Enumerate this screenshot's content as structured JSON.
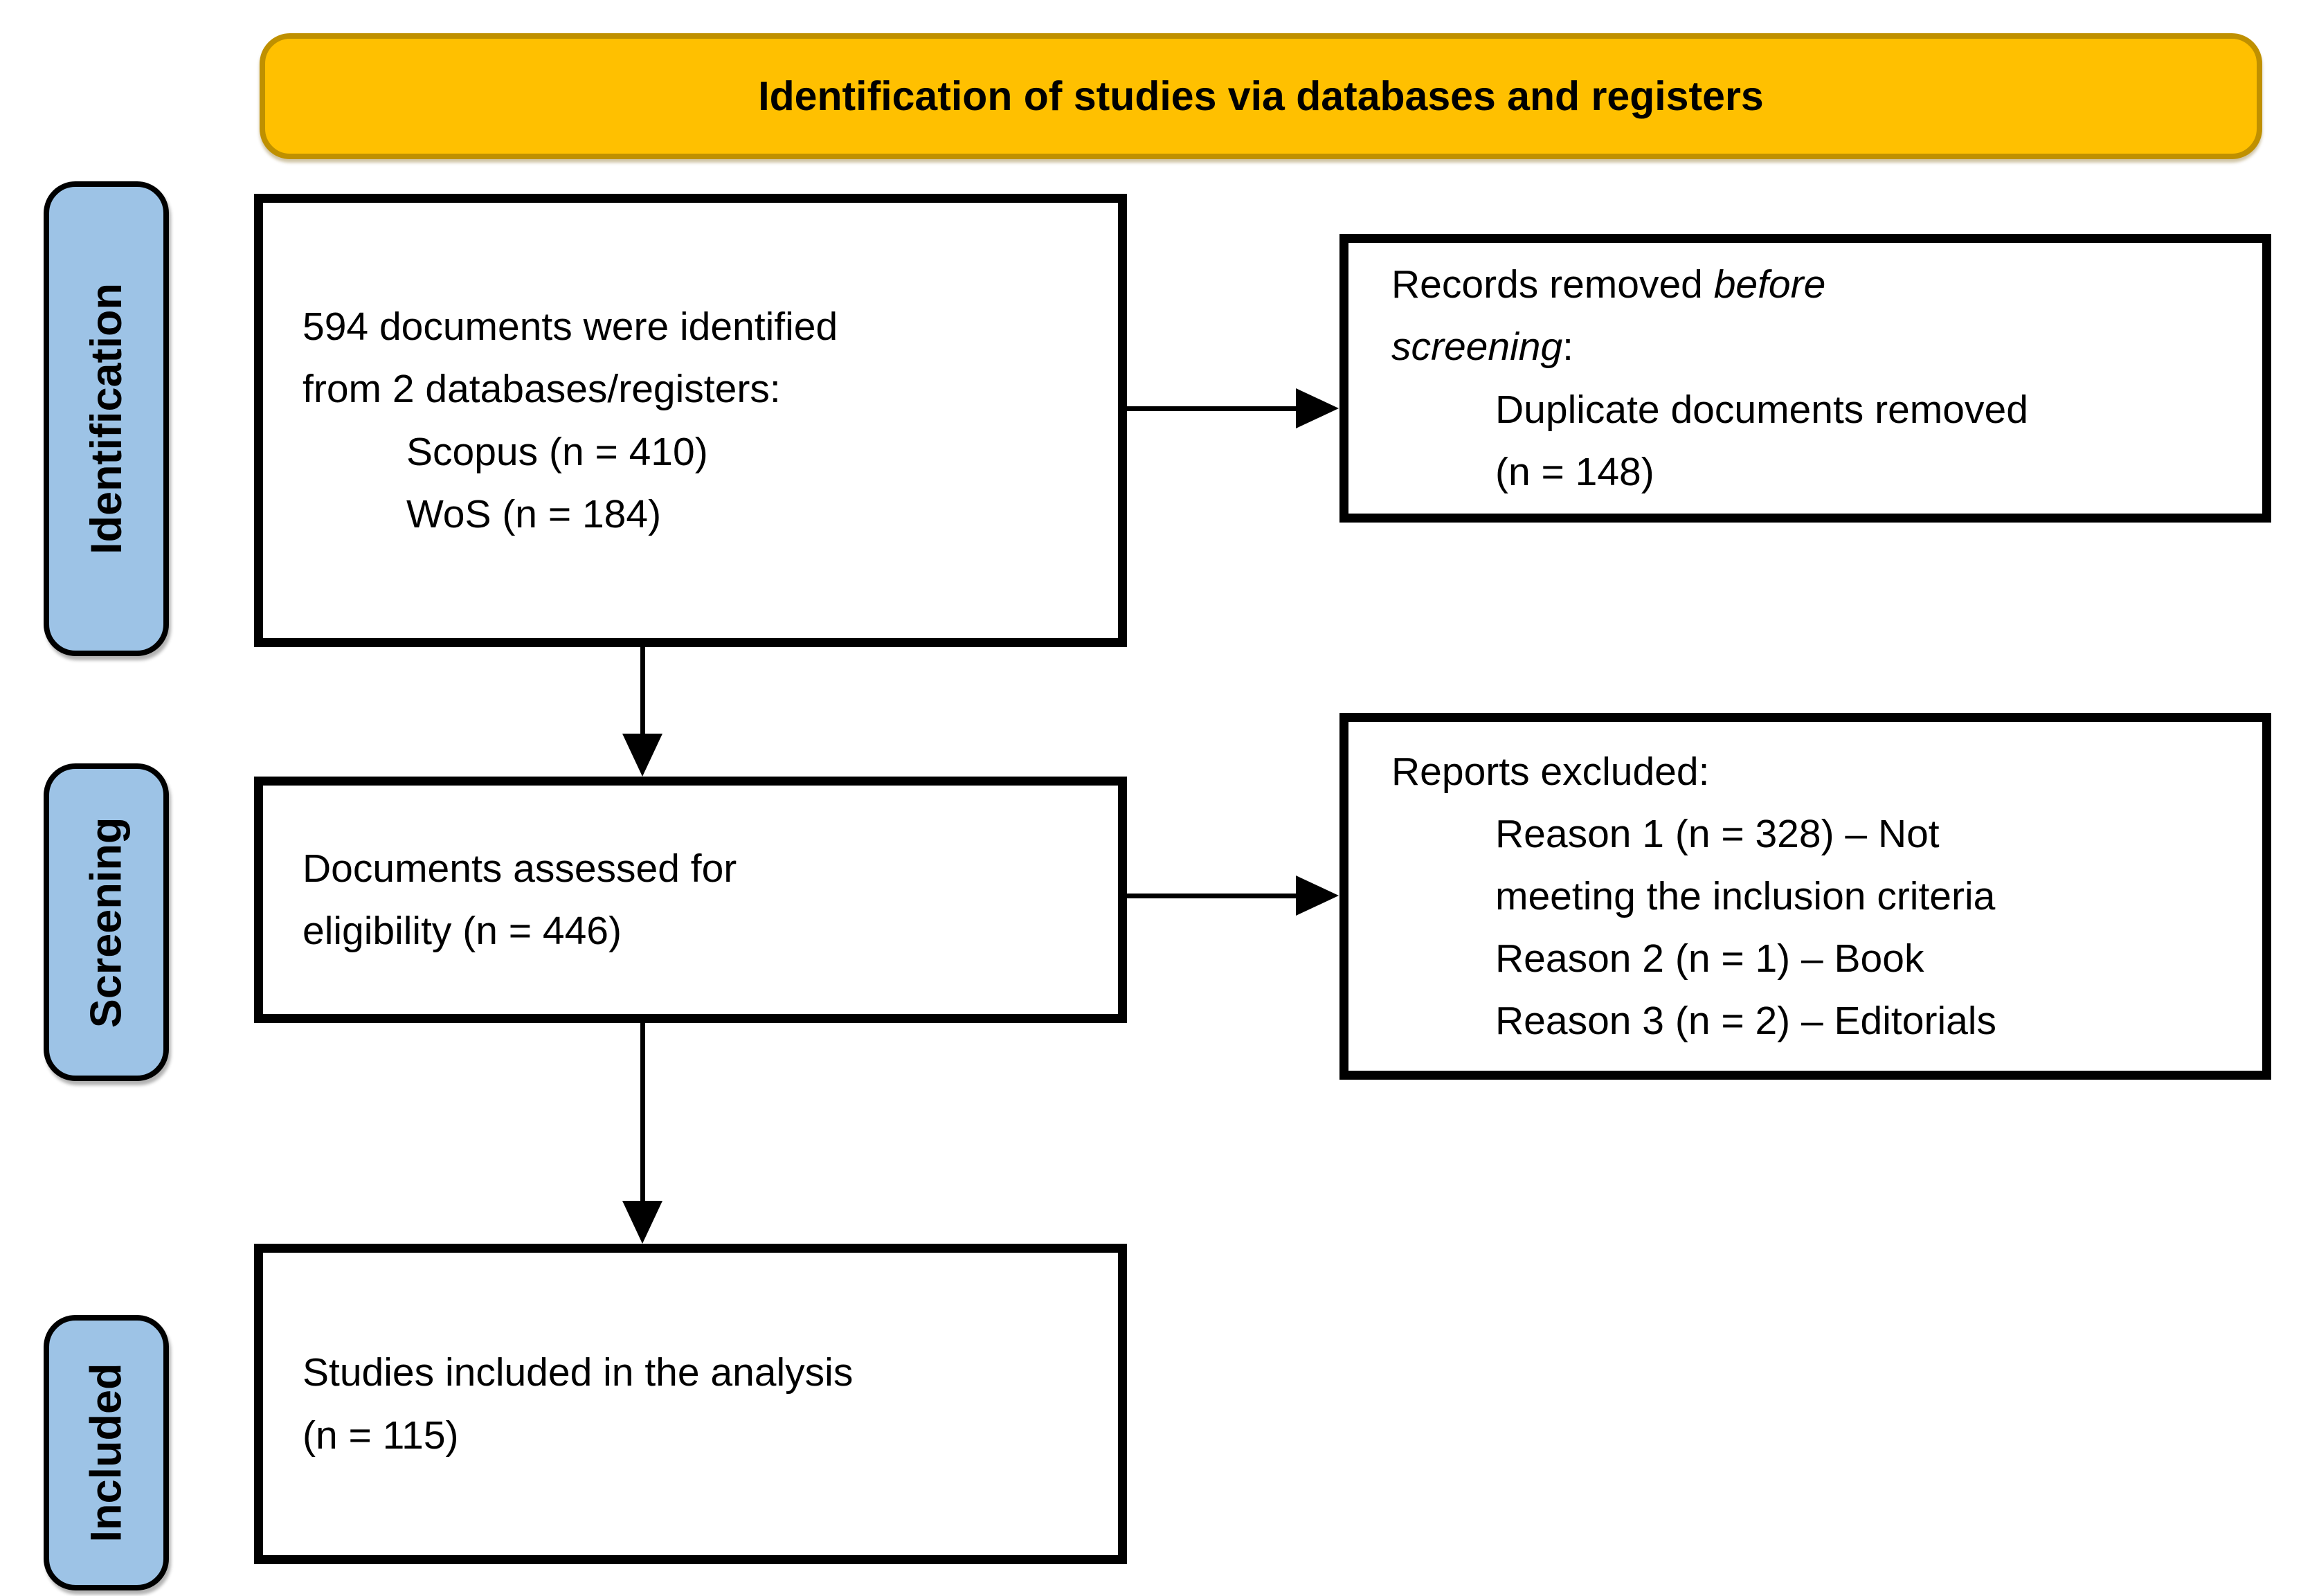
{
  "banner": {
    "title": "Identification of studies via databases and registers"
  },
  "sidebar": {
    "identification": "Identification",
    "screening": "Screening",
    "included": "Included"
  },
  "boxes": {
    "identified": {
      "line1": "594 documents were identified",
      "line2": "from 2 databases/registers:",
      "sub1": "Scopus (n = 410)",
      "sub2": "WoS (n = 184)"
    },
    "records_removed": {
      "prefix": "Records removed ",
      "italic_before": "before",
      "italic_screening": "screening",
      "colon": ":",
      "sub1": "Duplicate documents removed",
      "sub2": "(n = 148)"
    },
    "assessed": {
      "line1": "Documents assessed for",
      "line2": "eligibility (n = 446)"
    },
    "excluded": {
      "title": "Reports excluded:",
      "reason1a": "Reason 1 (n = 328) – Not",
      "reason1b": "meeting the inclusion criteria",
      "reason2": "Reason 2 (n = 1) – Book",
      "reason3": "Reason 3 (n = 2) – Editorials"
    },
    "included_box": {
      "line1": "Studies included in the analysis",
      "line2": "(n = 115)"
    }
  },
  "colors": {
    "banner_bg": "#FFC000",
    "banner_border": "#BF9000",
    "stage_bg": "#9DC3E6",
    "box_border": "#000000",
    "text": "#000000",
    "background": "#FFFFFF"
  }
}
